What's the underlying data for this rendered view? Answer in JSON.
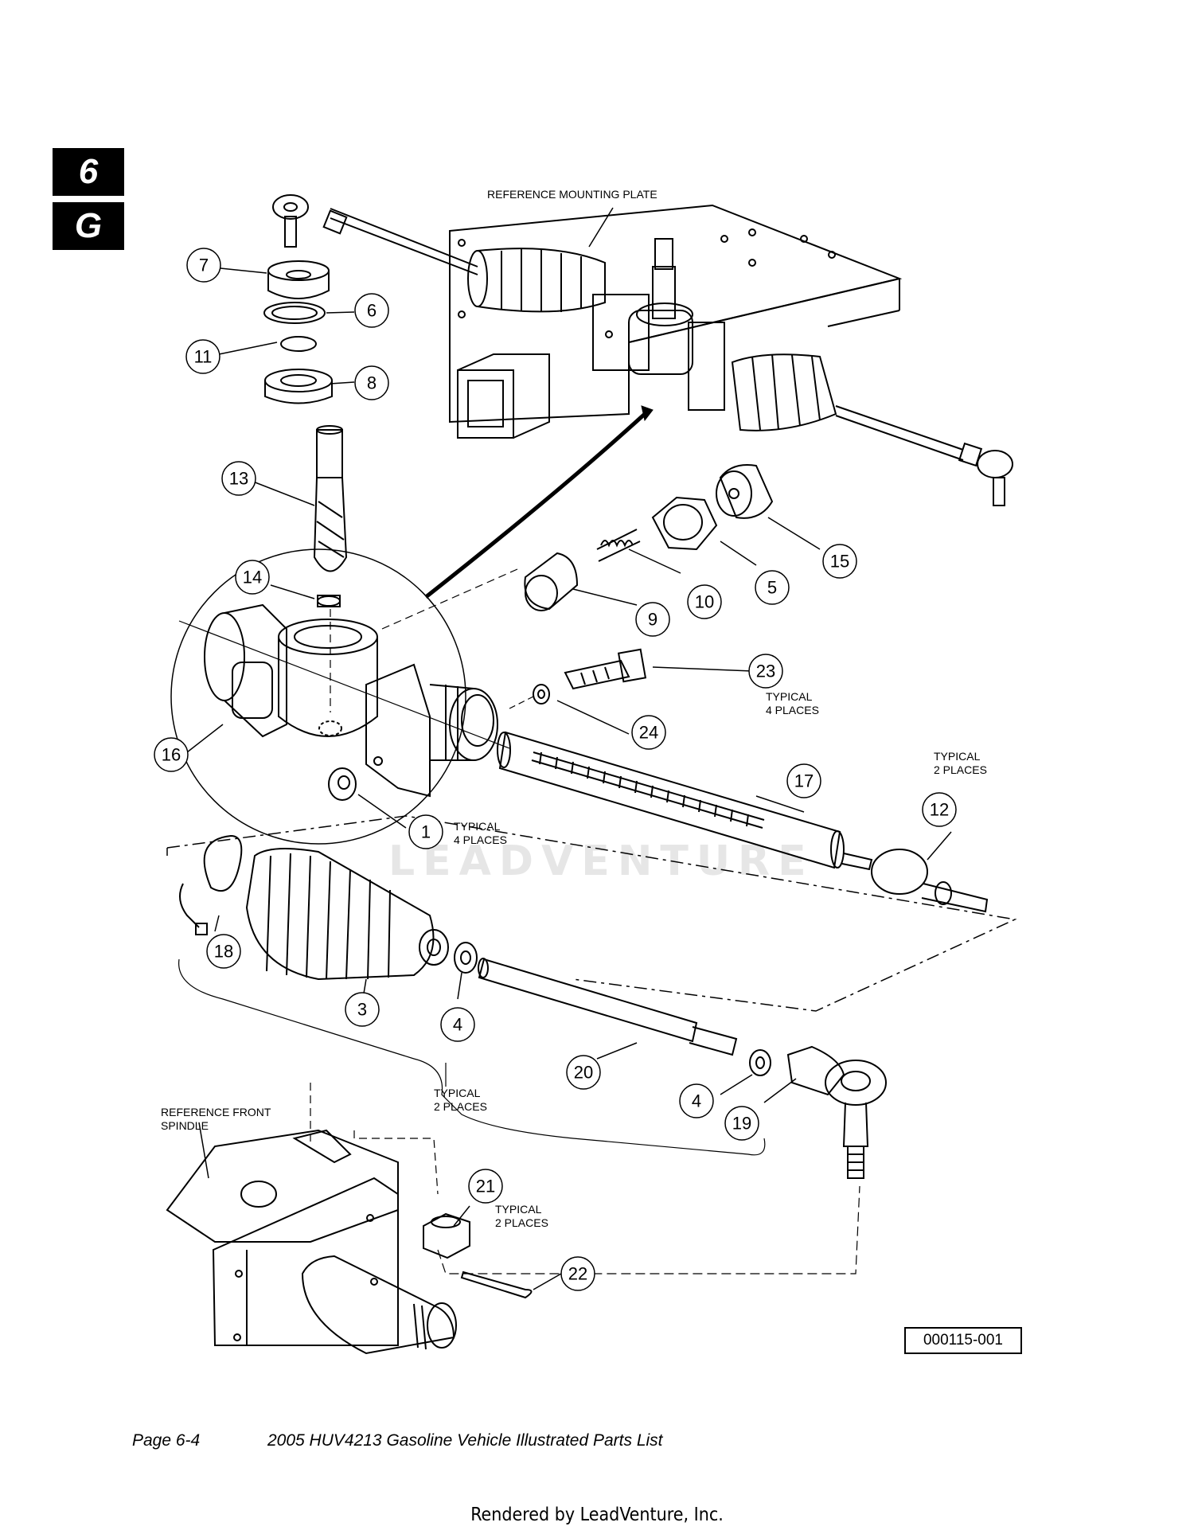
{
  "section_tabs": [
    "6",
    "G"
  ],
  "reference_labels": {
    "mounting_plate": "REFERENCE MOUNTING PLATE",
    "front_spindle_1": "REFERENCE FRONT",
    "front_spindle_2": "SPINDLE"
  },
  "callouts": [
    "1",
    "3",
    "4",
    "4",
    "5",
    "6",
    "7",
    "8",
    "9",
    "10",
    "11",
    "12",
    "13",
    "14",
    "15",
    "16",
    "17",
    "18",
    "19",
    "20",
    "21",
    "22",
    "23",
    "24"
  ],
  "notes": {
    "typical": "TYPICAL",
    "four_places": "4 PLACES",
    "two_places": "2 PLACES"
  },
  "figure_id": "000115-001",
  "footer": {
    "page": "Page 6-4",
    "title": "2005 HUV4213 Gasoline Vehicle Illustrated Parts List"
  },
  "watermark": "LEADVENTURE",
  "rendered_by": "Rendered by LeadVenture, Inc."
}
